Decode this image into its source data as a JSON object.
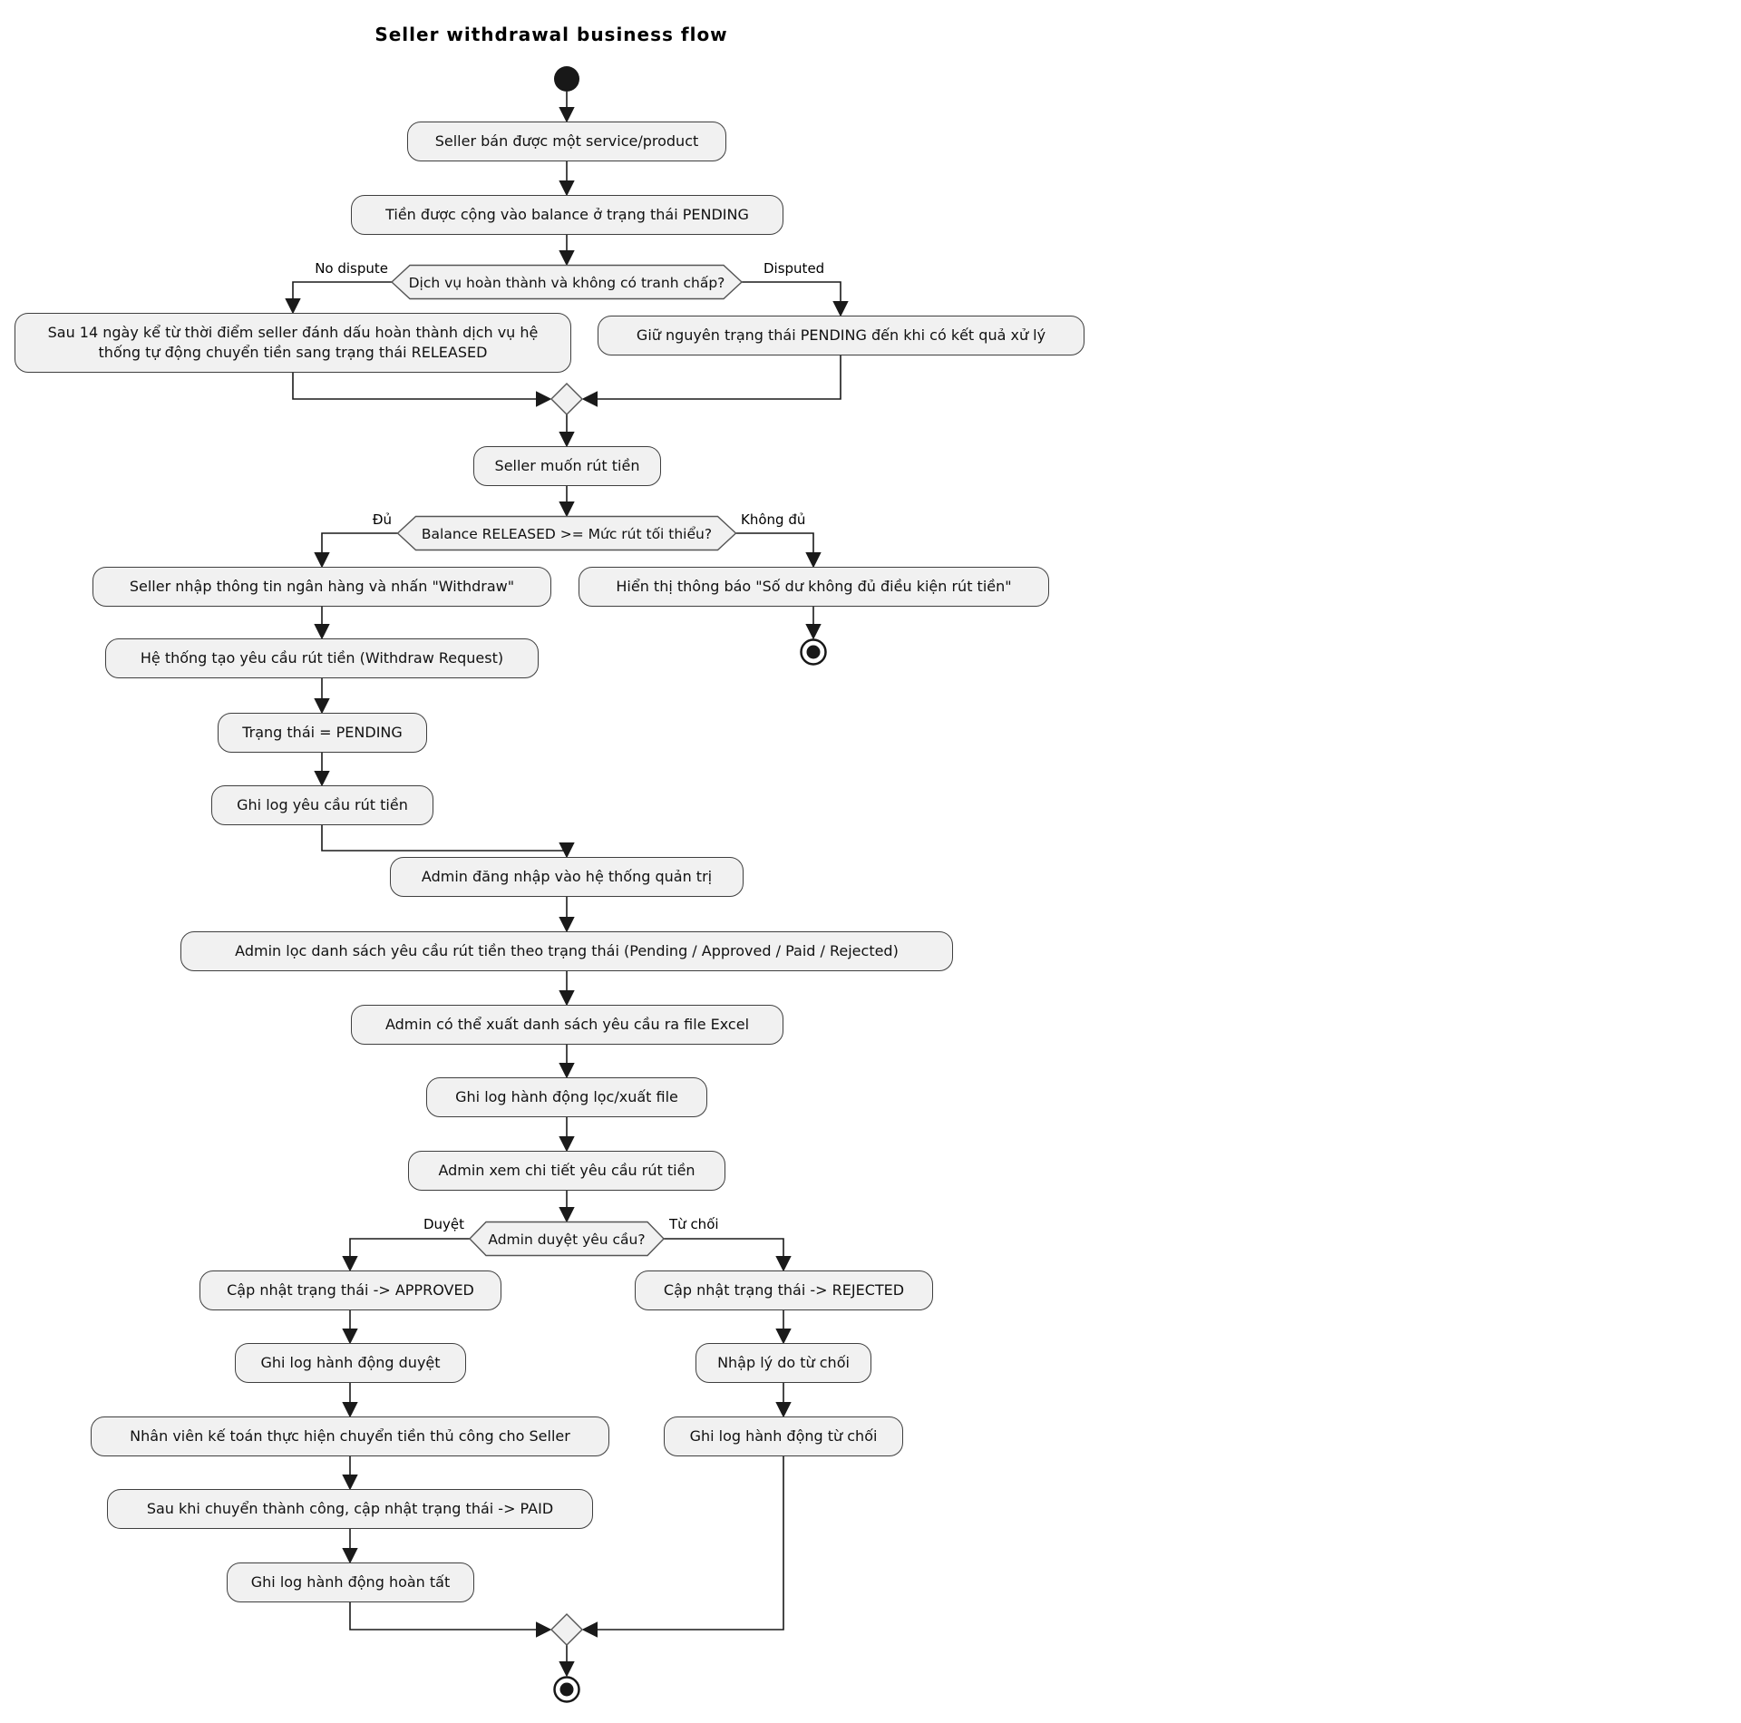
{
  "diagram": {
    "title": "Seller withdrawal business flow",
    "activities": {
      "seller_sells": "Seller bán được một service/product",
      "money_pending": "Tiền được cộng vào balance ở trạng thái PENDING",
      "auto_release": "Sau 14 ngày kể từ thời điểm seller đánh dấu hoàn thành dịch vụ hệ thống tự động chuyển tiền sang trạng thái RELEASED",
      "keep_pending": "Giữ nguyên trạng thái PENDING đến khi có kết quả xử lý",
      "want_withdraw": "Seller muốn rút tiền",
      "enter_bank": "Seller nhập thông tin ngân hàng và nhấn \"Withdraw\"",
      "insufficient_msg": "Hiển thị thông báo \"Số dư không đủ điều kiện rút tiền\"",
      "create_request": "Hệ thống tạo yêu cầu rút tiền (Withdraw Request)",
      "status_pending": "Trạng thái = PENDING",
      "log_request": "Ghi log yêu cầu rút tiền",
      "admin_login": "Admin đăng nhập vào hệ thống quản trị",
      "admin_filter": "Admin lọc danh sách yêu cầu rút tiền theo trạng thái (Pending / Approved / Paid / Rejected)",
      "admin_export": "Admin có thể xuất danh sách yêu cầu ra file Excel",
      "log_filter_export": "Ghi log hành động lọc/xuất file",
      "admin_view_detail": "Admin xem chi tiết yêu cầu rút tiền",
      "set_approved": "Cập nhật trạng thái -> APPROVED",
      "log_approve": "Ghi log hành động duyệt",
      "accountant_transfer": "Nhân viên kế toán thực hiện chuyển tiền thủ công cho Seller",
      "set_paid": "Sau khi chuyển thành công, cập nhật trạng thái -> PAID",
      "log_complete": "Ghi log hành động hoàn tất",
      "set_rejected": "Cập nhật trạng thái -> REJECTED",
      "enter_reason": "Nhập lý do từ chối",
      "log_reject": "Ghi log hành động từ chối"
    },
    "decisions": {
      "dispute_check": "Dịch vụ hoàn thành và không có tranh chấp?",
      "balance_check": "Balance RELEASED >= Mức rút tối thiểu?",
      "approve_check": "Admin duyệt yêu cầu?"
    },
    "edge_labels": {
      "no_dispute": "No dispute",
      "disputed": "Disputed",
      "enough": "Đủ",
      "not_enough": "Không đủ",
      "approve": "Duyệt",
      "reject": "Từ chối"
    },
    "colors": {
      "node_fill": "#f1f1f1",
      "line": "#1a1a1a",
      "border": "#3f3f3f",
      "start_end_fill": "#181818"
    }
  }
}
